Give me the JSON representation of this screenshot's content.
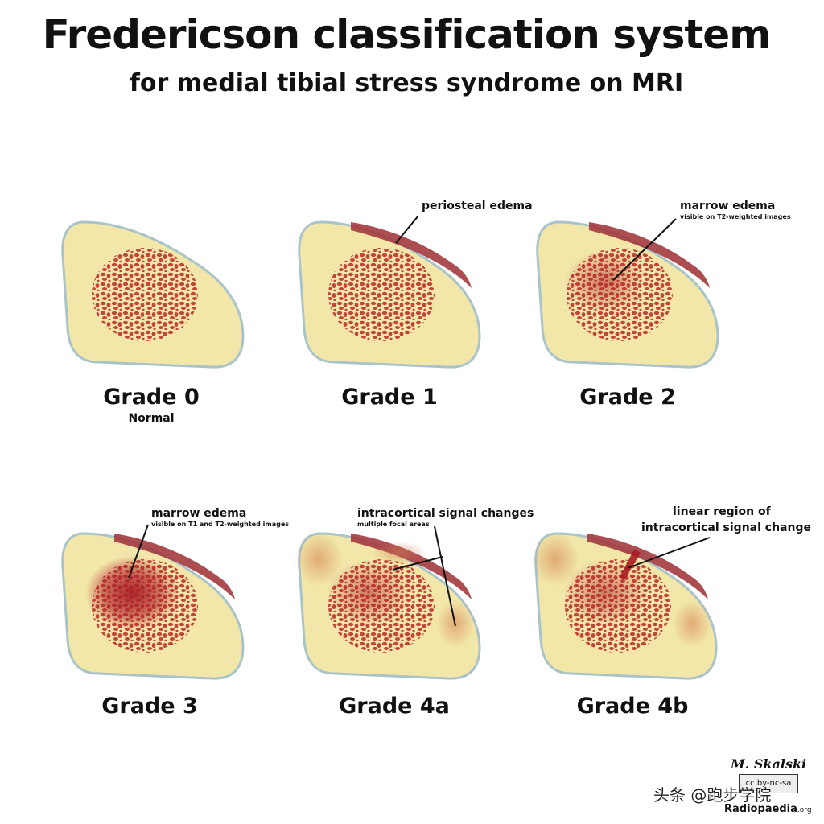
{
  "title": "Fredericson classification system",
  "subtitle": "for medial tibial stress syndrome on MRI",
  "grades": [
    {
      "label": "Grade 0",
      "note": "Normal"
    },
    {
      "label": "Grade 1"
    },
    {
      "label": "Grade 2"
    },
    {
      "label": "Grade 3"
    },
    {
      "label": "Grade 4a"
    },
    {
      "label": "Grade 4b"
    }
  ],
  "annotations": {
    "grade1": {
      "text": "periosteal edema"
    },
    "grade2": {
      "text": "marrow edema",
      "sub": "visible on T2-weighted images"
    },
    "grade3": {
      "text": "marrow edema",
      "sub": "visible on T1 and T2-weighted images"
    },
    "grade4a": {
      "text": "intracortical signal changes",
      "sub": "multiple focal areas"
    },
    "grade4b": {
      "line1": "linear region of",
      "line2": "intracortical signal change"
    }
  },
  "credits": {
    "signature": "M. Skalski",
    "site": "Radiopaedia",
    "site_tld": ".org",
    "license_badge": "cc by-nc-sa",
    "watermark": "头条 @跑步学院"
  },
  "colors": {
    "bone": "#f2e7a9",
    "cortex_outline": "#a9c4c8",
    "trabecular": "#c0453a",
    "edema": "#b2232a",
    "periosteal": "#a33a3f"
  },
  "icons": {
    "license": "creative-commons-icon"
  }
}
